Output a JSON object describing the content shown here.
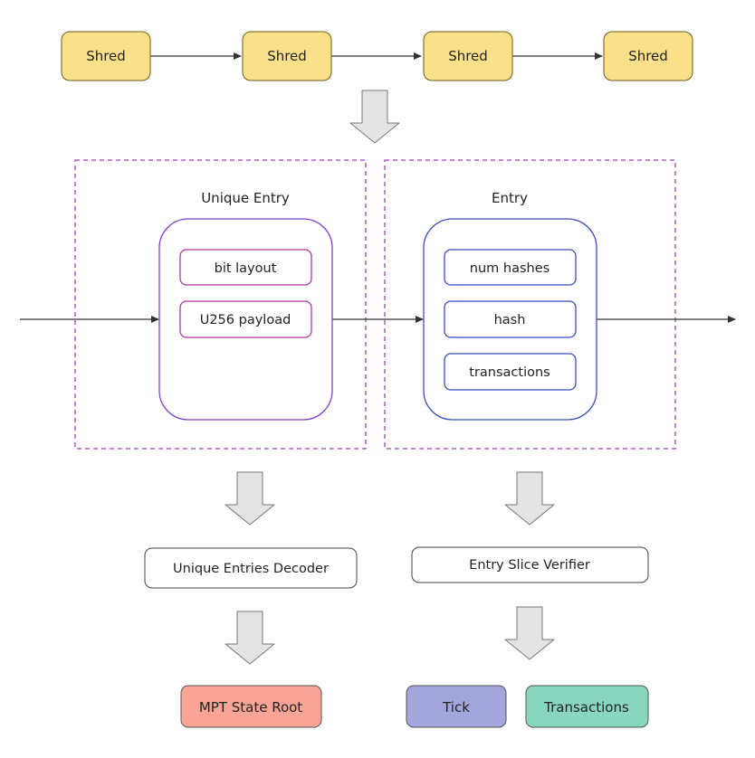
{
  "shreds": [
    "Shred",
    "Shred",
    "Shred",
    "Shred"
  ],
  "unique_entry": {
    "title": "Unique Entry",
    "fields": [
      "bit layout",
      "U256 payload"
    ]
  },
  "entry": {
    "title": "Entry",
    "fields": [
      "num hashes",
      "hash",
      "transactions"
    ]
  },
  "processors": {
    "left": "Unique Entries Decoder",
    "right": "Entry Slice Verifier"
  },
  "outputs": {
    "state_root": "MPT State Root",
    "tick": "Tick",
    "transactions": "Transactions"
  },
  "colors": {
    "shred_fill": "#fbe08a",
    "shred_stroke": "#6b5a1e",
    "dashed_border": "#a13fb8",
    "unique_entry_stroke": "#7b3fcf",
    "unique_field_stroke": "#b0359e",
    "entry_stroke": "#3b4bb8",
    "arrow_fill": "#e4e4e4",
    "arrow_stroke": "#777777",
    "state_root_fill": "#f8a597",
    "tick_fill": "#a3a6dc",
    "transactions_fill": "#89d6c0"
  }
}
